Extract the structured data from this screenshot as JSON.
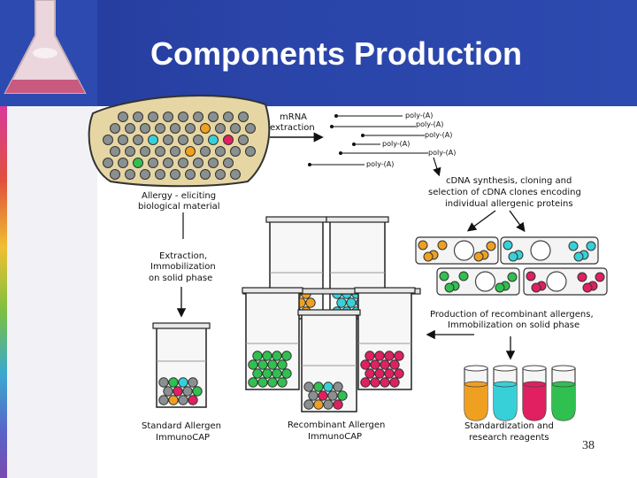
{
  "slide": {
    "title": "Components Production",
    "page_number": "38"
  },
  "diagram": {
    "mrna_extraction": [
      "mRNA",
      "extraction"
    ],
    "poly_a": [
      "poly-(A)",
      "poly-(A)",
      "poly-(A)",
      "poly-(A)",
      "poly-(A)",
      "poly-(A)"
    ],
    "allergy_source": [
      "Allergy - eliciting",
      "biological material"
    ],
    "cdna": [
      "cDNA synthesis, cloning and",
      "selection of cDNA clones encoding",
      "individual allergenic proteins"
    ],
    "extraction_step": [
      "Extraction,",
      "Immobilization",
      "on solid phase"
    ],
    "recombinant_production": [
      "Production of recombinant allergens,",
      "Immobilization on solid phase"
    ],
    "standard_label": [
      "Standard Allergen",
      "ImmunoCAP"
    ],
    "recombinant_label": [
      "Recombinant Allergen",
      "ImmunoCAP"
    ],
    "reagents_label": [
      "Standardization and",
      "research reagents"
    ]
  },
  "colors": {
    "header_blue": "#2a44a8",
    "bead_gray": "#8a9090",
    "bead_orange": "#f0a020",
    "bead_cyan": "#38d0d8",
    "bead_green": "#30c050",
    "bead_pink": "#e02060",
    "source_fill": "#e6d6a4"
  }
}
